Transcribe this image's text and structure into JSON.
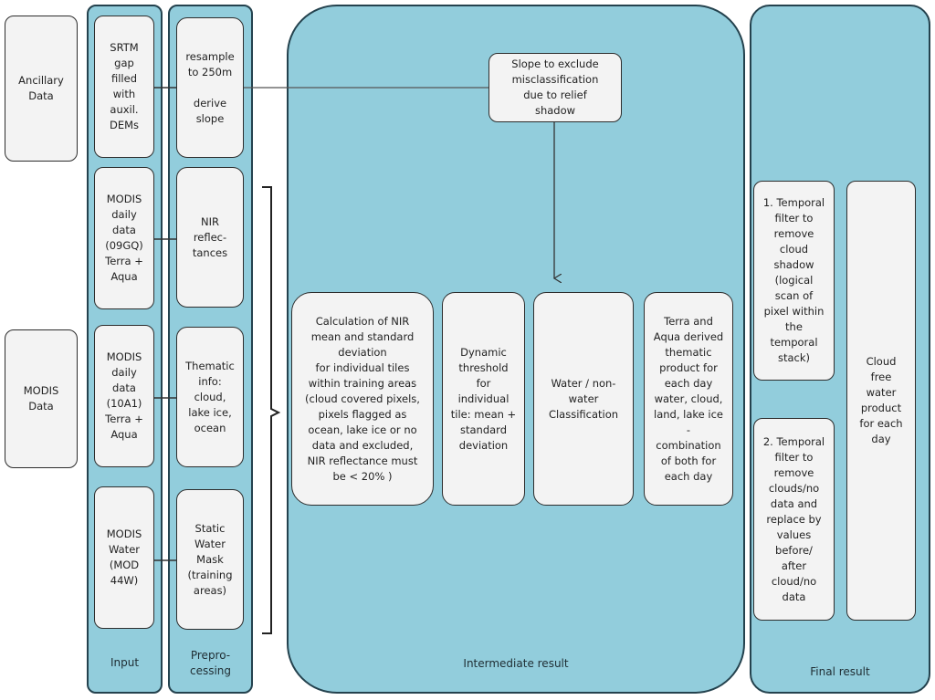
{
  "colors": {
    "panel": "#92cddc",
    "box": "#f3f3f3",
    "border": "#2d2d2d"
  },
  "sources": {
    "ancillary": "Ancillary\nData",
    "modis": "MODIS\nData"
  },
  "columns": {
    "input": {
      "label": "Input",
      "items": [
        "SRTM\ngap\nfilled\nwith\nauxil.\nDEMs",
        "MODIS\ndaily\ndata\n(09GQ)\nTerra +\nAqua",
        "MODIS\ndaily\ndata\n(10A1)\nTerra +\nAqua",
        "MODIS\nWater\n(MOD\n44W)"
      ]
    },
    "preprocessing": {
      "label": "Prepro-\ncessing",
      "items": [
        "resample\nto 250m\n\nderive\nslope",
        "NIR\nreflec-\ntances",
        "Thematic\ninfo:\ncloud,\nlake ice,\nocean",
        "Static\nWater\nMask\n(training\nareas)"
      ]
    },
    "intermediate": {
      "label": "Intermediate result",
      "slope": "Slope to exclude\nmisclassification\ndue to relief\nshadow",
      "calc": "Calculation of NIR\nmean and standard\ndeviation\nfor individual tiles\nwithin training areas\n(cloud covered pixels,\npixels flagged as\nocean, lake ice or no\ndata and excluded,\nNIR reflectance must\nbe < 20% )",
      "threshold": "Dynamic\nthreshold\nfor\nindividual\ntile: mean +\nstandard\ndeviation",
      "classification": "Water / non-\nwater\nClassification",
      "thematic": "Terra and\nAqua derived\nthematic\nproduct for\neach day\nwater, cloud,\nland, lake ice\n-\ncombination\nof both for\neach day"
    },
    "final": {
      "label": "Final result",
      "filter1": "1. Temporal\nfilter to\nremove\ncloud\nshadow\n(logical\nscan of\npixel within\nthe\ntemporal\nstack)",
      "filter2": "2. Temporal\nfilter to\nremove\nclouds/no\ndata and\nreplace by\nvalues\nbefore/\nafter\ncloud/no\ndata",
      "product": "Cloud\nfree\nwater\nproduct\nfor each\nday"
    }
  }
}
